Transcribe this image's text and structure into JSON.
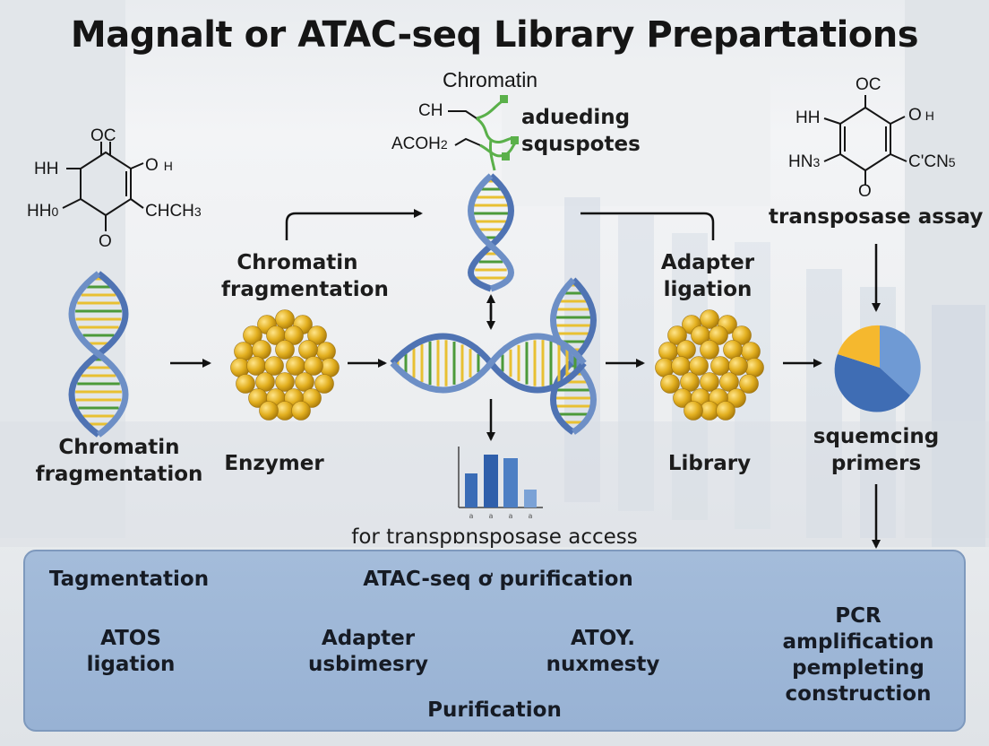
{
  "title": "Magnalt or ATAC-seq Library Prepartations",
  "chem_left": {
    "top": "OC",
    "hh": "HH",
    "o_h_main": "O",
    "o_h_sub": "H",
    "hho_main": "HH",
    "hho_sub": "0",
    "chch_main": "CHCH",
    "chch_sub": "3",
    "bottom": "O"
  },
  "chem_center": {
    "heading": "Chromatin",
    "ch": "CH",
    "acoh_main": "ACOH",
    "acoh_sub": "2",
    "caption_line1": "adueding",
    "caption_line2": "squspotes"
  },
  "chem_right": {
    "top": "OC",
    "hh": "HH",
    "o_h_main": "O",
    "o_h_sub": "H",
    "hn_main": "HN",
    "hn_sub": "3",
    "ccn_main": "C'CN",
    "ccn_sub": "5",
    "bottom": "O",
    "caption": "transposase assay"
  },
  "labels": {
    "chromatin_frag_upper_1": "Chromatin",
    "chromatin_frag_upper_2": "fragmentation",
    "adapter_1": "Adapter",
    "adapter_2": "ligation",
    "chromatin_frag_lower_1": "Chromatin",
    "chromatin_frag_lower_2": "fragmentation",
    "enzymer": "Enzymer",
    "library": "Library",
    "squemcing_1": "squemcing",
    "squemcing_2": "primers",
    "transposase_access": "for transpɒnsposase  access"
  },
  "mini_chart_ticks": [
    "a",
    "a",
    "a",
    "a"
  ],
  "panel": {
    "tagmentation": "Tagmentation",
    "atac_purification": "ATAC-seq ơ purification",
    "atos_1": "ATOS",
    "atos_2": "ligation",
    "adapter_1": "Adapter",
    "adapter_2": "usbimesry",
    "atoy_1": "ATOY.",
    "atoy_2": "nuxmesty",
    "pcr_1": "PCR",
    "pcr_2": "amplification",
    "pcr_3": "pempleting",
    "pcr_4": "construction",
    "purification": "Purification"
  },
  "colors": {
    "dna_strand": "#4f73b3",
    "bead_gold": "#e0ad1c",
    "rung_yellow": "#e8c032",
    "rung_green": "#4c9a3a",
    "panel_blue": "#9db6d7",
    "pie_blue": "#3f6db4",
    "pie_light": "#6f9ad4",
    "pie_yellow": "#f5b82e",
    "chain_green": "#5ab04a"
  }
}
